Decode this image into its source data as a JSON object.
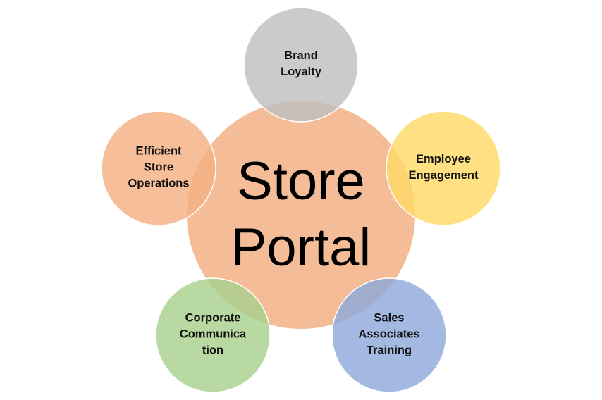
{
  "center": {
    "label": "Store\nPortal",
    "color": "#F4BD98"
  },
  "nodes": [
    {
      "label": "Brand\nLoyalty",
      "color": "#BFBFBF"
    },
    {
      "label": "Employee\nEngagement",
      "color": "#FFD966"
    },
    {
      "label": "Sales\nAssociates\nTraining",
      "color": "#8FAADC"
    },
    {
      "label": "Corporate\nCommunica\ntion",
      "color": "#A9D18E"
    },
    {
      "label": "Efficient\nStore\nOperations",
      "color": "#F4B183"
    }
  ]
}
